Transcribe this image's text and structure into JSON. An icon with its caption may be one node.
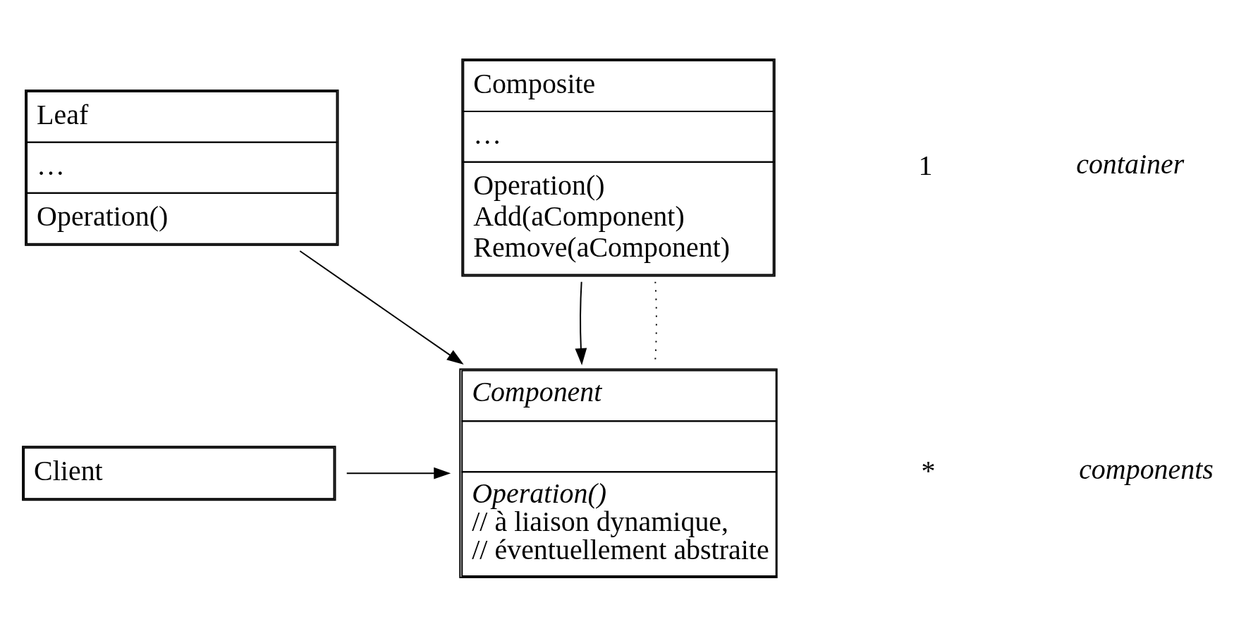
{
  "diagram": {
    "nodes": [
      {
        "text": [
          "Client"
        ]
      },
      {
        "text": [
          "Component",
          "Operation()",
          "// à liaison dynamique, // éventuellement abstraite"
        ]
      },
      {
        "text": [
          "Leaf",
          "…",
          "Operation()"
        ]
      },
      {
        "text": [
          "Composite",
          "…",
          "Operation()",
          "Add(aComponent)",
          "Remove(aComponent)"
        ]
      }
    ],
    "edges": [
      {
        "from": 0,
        "to": 1,
        "arrow": "to"
      },
      {
        "from": 2,
        "to": 1,
        "arrow": "to"
      },
      {
        "from": 3,
        "to": 1,
        "arrow": "to"
      },
      {
        "from": 3,
        "to": 1,
        "arrow": "none",
        "style": "dashed"
      }
    ],
    "labels": [
      "*",
      "components",
      "1",
      "container"
    ]
  }
}
